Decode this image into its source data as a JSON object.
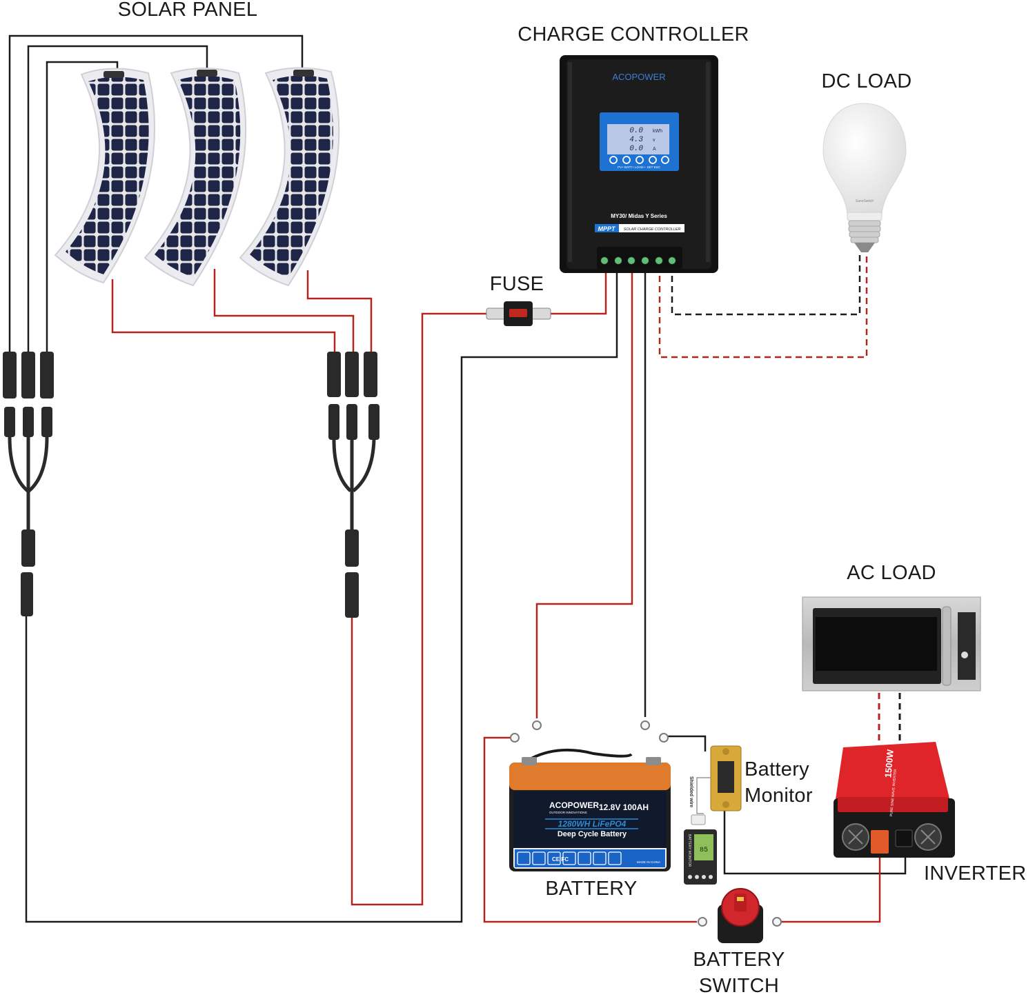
{
  "labels": {
    "solar_panel": "SOLAR PANEL",
    "charge_controller": "CHARGE CONTROLLER",
    "dc_load": "DC LOAD",
    "fuse": "FUSE",
    "ac_load": "AC LOAD",
    "battery": "BATTERY",
    "battery_monitor_line1": "Battery",
    "battery_monitor_line2": "Monitor",
    "inverter": "INVERTER",
    "battery_switch_line1": "BATTERY",
    "battery_switch_line2": "SWITCH"
  },
  "controller": {
    "brand": "ACOPOWER",
    "model": "MY30/ Midas Y Series",
    "badge": "MPPT",
    "subtitle": "SOLAR CHARGE CONTROLLER",
    "lcd_line1": "0.0",
    "lcd_unit1": "kWh",
    "lcd_line2": "4.3",
    "lcd_unit2": "v",
    "lcd_line3": "0.0",
    "lcd_unit3": "A",
    "button_labels": "PV+  BATT+  LOAD+-  SET  ESC"
  },
  "battery_unit": {
    "brand": "ACOPOWER",
    "brand_sub": "OUTDOOR INNOVATIONS",
    "spec": "12.8V  100AH",
    "capacity": "1280WH LiFePO4",
    "type": "Deep Cycle Battery",
    "cert": "CE  FC",
    "origin": "MADE IN CHINA"
  },
  "inverter_unit": {
    "model": "1500W",
    "sub": "PURE SINE WAVE INVERTER"
  },
  "monitor_unit": {
    "reading": "85",
    "tag": "Shielded wire",
    "side": "BATTERY MONITOR"
  },
  "bulb": {
    "brand": "SaneSwitch"
  },
  "colors": {
    "wire_positive": "#b5231f",
    "wire_negative": "#1a1a1a",
    "panel_cell": "#1f2547",
    "controller_body": "#1c1c1c",
    "lcd": "#1e72d1",
    "battery_top": "#e07a2c",
    "inverter_body": "#d41f24"
  }
}
